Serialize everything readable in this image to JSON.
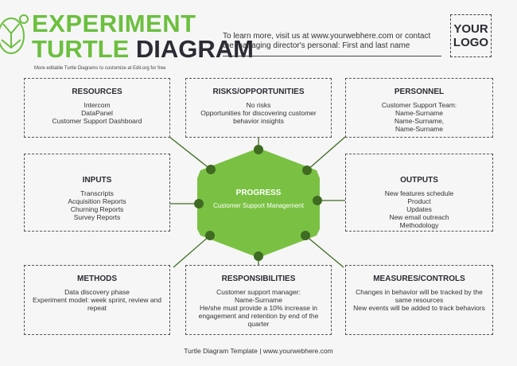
{
  "header": {
    "title_line1": "EXPERIMENT",
    "title_line2_green": "TURTLE",
    "title_line2_dark": "DIAGRAM",
    "subtitle": "More editable Turtle Diagrams to customize at Edit.org for free",
    "info_line1": "To learn more, visit us at www.yourwebhere.com or contact",
    "info_line2": "the managing director's personal: First and last name",
    "logo": "YOUR LOGO"
  },
  "center": {
    "title": "PROGRESS",
    "text": "Customer Support Management"
  },
  "boxes": {
    "resources": {
      "title": "RESOURCES",
      "items": [
        "Intercom",
        "DataPanel",
        "Customer Support Dashboard"
      ]
    },
    "risks": {
      "title": "RISKS/OPPORTUNITIES",
      "items": [
        "No risks",
        "Opportunities for discovering customer behavior insights"
      ]
    },
    "personnel": {
      "title": "PERSONNEL",
      "items": [
        "Customer Support Team:",
        "Name-Surname",
        "Name-Surname,",
        "Name-Surname"
      ]
    },
    "inputs": {
      "title": "INPUTS",
      "items": [
        "Transcripts",
        "Acquisition Reports",
        "Churning Reports",
        "Survey Reports"
      ]
    },
    "outputs": {
      "title": "OUTPUTS",
      "items": [
        "New features schedule",
        "Product",
        "Updates",
        "New email outreach",
        "Methodology"
      ]
    },
    "methods": {
      "title": "METHODS",
      "items": [
        "Data discovery phase",
        "Experiment model: week sprint, review and repeat"
      ]
    },
    "responsibilities": {
      "title": "RESPONSIBILITIES",
      "items": [
        "Customer support manager:",
        "Name-Surname",
        "He/she must provide a 10% increase in engagement and retention by end of the quarter"
      ]
    },
    "measures": {
      "title": "MEASURES/CONTROLS",
      "items": [
        "Changes in behavior will be tracked by the same resources",
        "New events will be added to track behaviors"
      ]
    }
  },
  "footer": "Turtle Diagram Template | www.yourwebhere.com",
  "colors": {
    "green": "#6cbf3f",
    "dark_green": "#3f6b22",
    "text": "#2b2b33"
  }
}
